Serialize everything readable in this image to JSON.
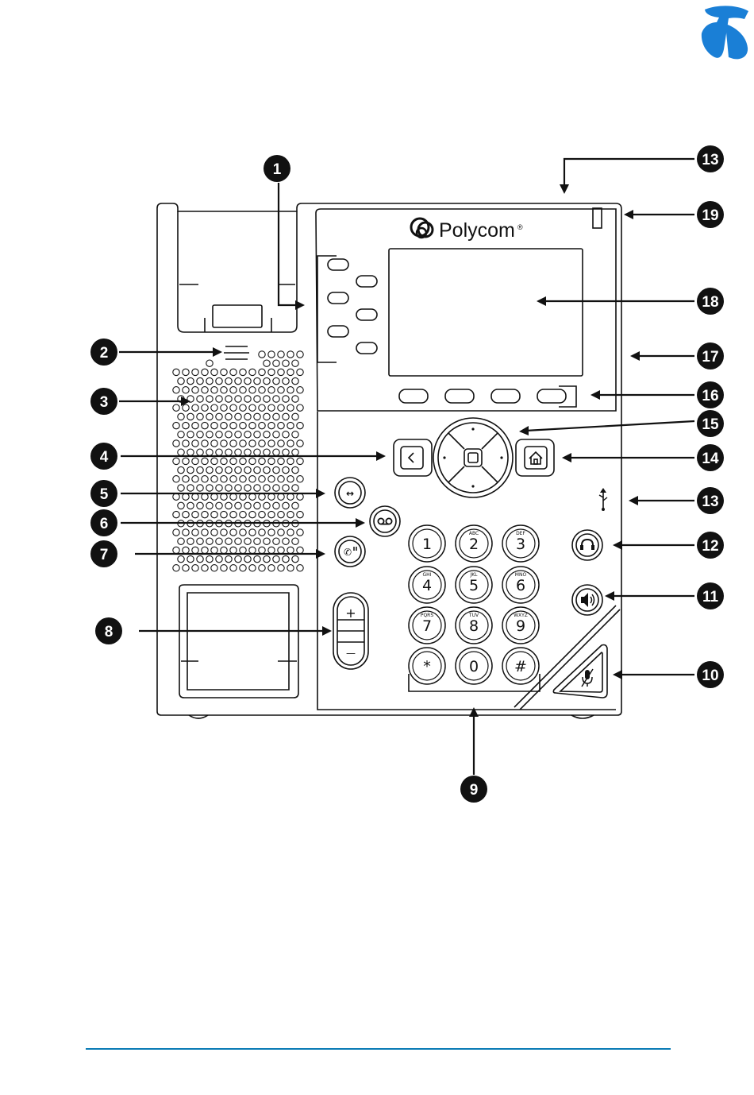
{
  "brand": {
    "logo_name": "Telstra",
    "logo_color": "#1a7fd6",
    "phone_brand": "Polycom",
    "phone_brand_mark": "®"
  },
  "keypad": [
    {
      "digit": "1",
      "letters": ""
    },
    {
      "digit": "2",
      "letters": "ABC"
    },
    {
      "digit": "3",
      "letters": "DEF"
    },
    {
      "digit": "4",
      "letters": "GHI"
    },
    {
      "digit": "5",
      "letters": "JKL"
    },
    {
      "digit": "6",
      "letters": "MNO"
    },
    {
      "digit": "7",
      "letters": "PQRS"
    },
    {
      "digit": "8",
      "letters": "TUV"
    },
    {
      "digit": "9",
      "letters": "WXYZ"
    },
    {
      "digit": "*",
      "letters": ""
    },
    {
      "digit": "0",
      "letters": ""
    },
    {
      "digit": "#",
      "letters": ""
    }
  ],
  "volume": {
    "plus": "+",
    "minus": "—"
  },
  "callouts": [
    "1",
    "2",
    "3",
    "4",
    "5",
    "6",
    "7",
    "8",
    "9",
    "10",
    "11",
    "12",
    "13",
    "14",
    "15",
    "16",
    "17",
    "18",
    "19",
    "13"
  ],
  "icons": [
    "back-icon",
    "home-icon",
    "transfer-icon",
    "voicemail-icon",
    "hold-icon",
    "headset-icon",
    "speaker-icon",
    "mute-icon",
    "usb-icon"
  ],
  "colors": {
    "line": "#111111",
    "footer_rule": "#0a7bb5"
  }
}
